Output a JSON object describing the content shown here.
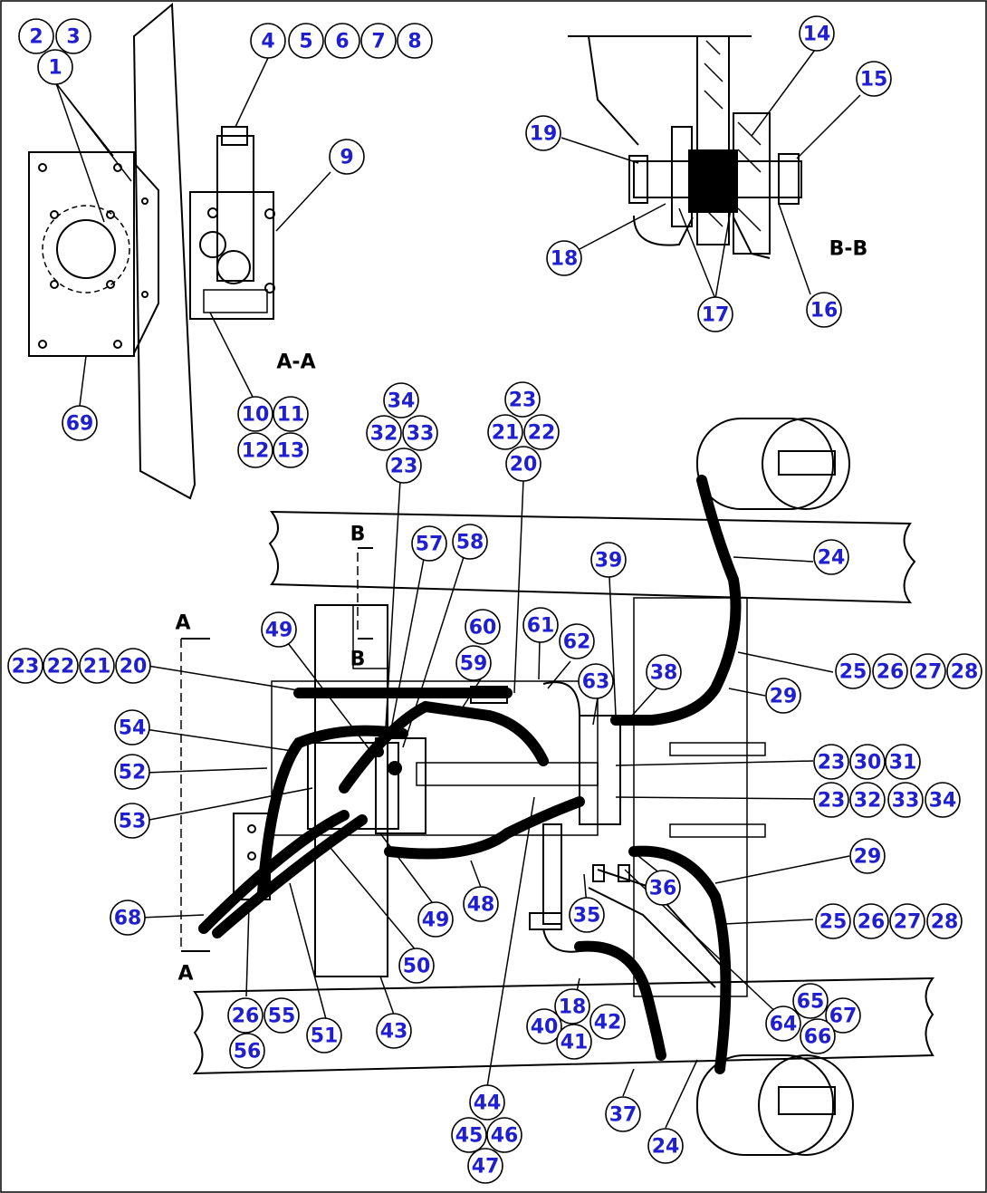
{
  "section_labels": {
    "a_a": "A-A",
    "b_b": "B-B",
    "a_top": "A",
    "a_bottom": "A",
    "b_top": "B",
    "b_bottom": "B"
  },
  "callouts": [
    "2",
    "3",
    "1",
    "4",
    "5",
    "6",
    "7",
    "8",
    "9",
    "69",
    "10",
    "11",
    "12",
    "13",
    "14",
    "15",
    "19",
    "18",
    "17",
    "16",
    "34",
    "32",
    "33",
    "23",
    "23",
    "21",
    "22",
    "20",
    "57",
    "58",
    "39",
    "24",
    "49",
    "60",
    "61",
    "62",
    "59",
    "63",
    "38",
    "23",
    "22",
    "21",
    "20",
    "25",
    "26",
    "27",
    "28",
    "29",
    "54",
    "52",
    "53",
    "23",
    "30",
    "31",
    "23",
    "32",
    "33",
    "34",
    "29",
    "68",
    "49",
    "48",
    "36",
    "35",
    "25",
    "26",
    "27",
    "28",
    "50",
    "65",
    "67",
    "64",
    "66",
    "18",
    "42",
    "40",
    "41",
    "26",
    "55",
    "51",
    "43",
    "56",
    "44",
    "45",
    "46",
    "47",
    "37",
    "24"
  ]
}
